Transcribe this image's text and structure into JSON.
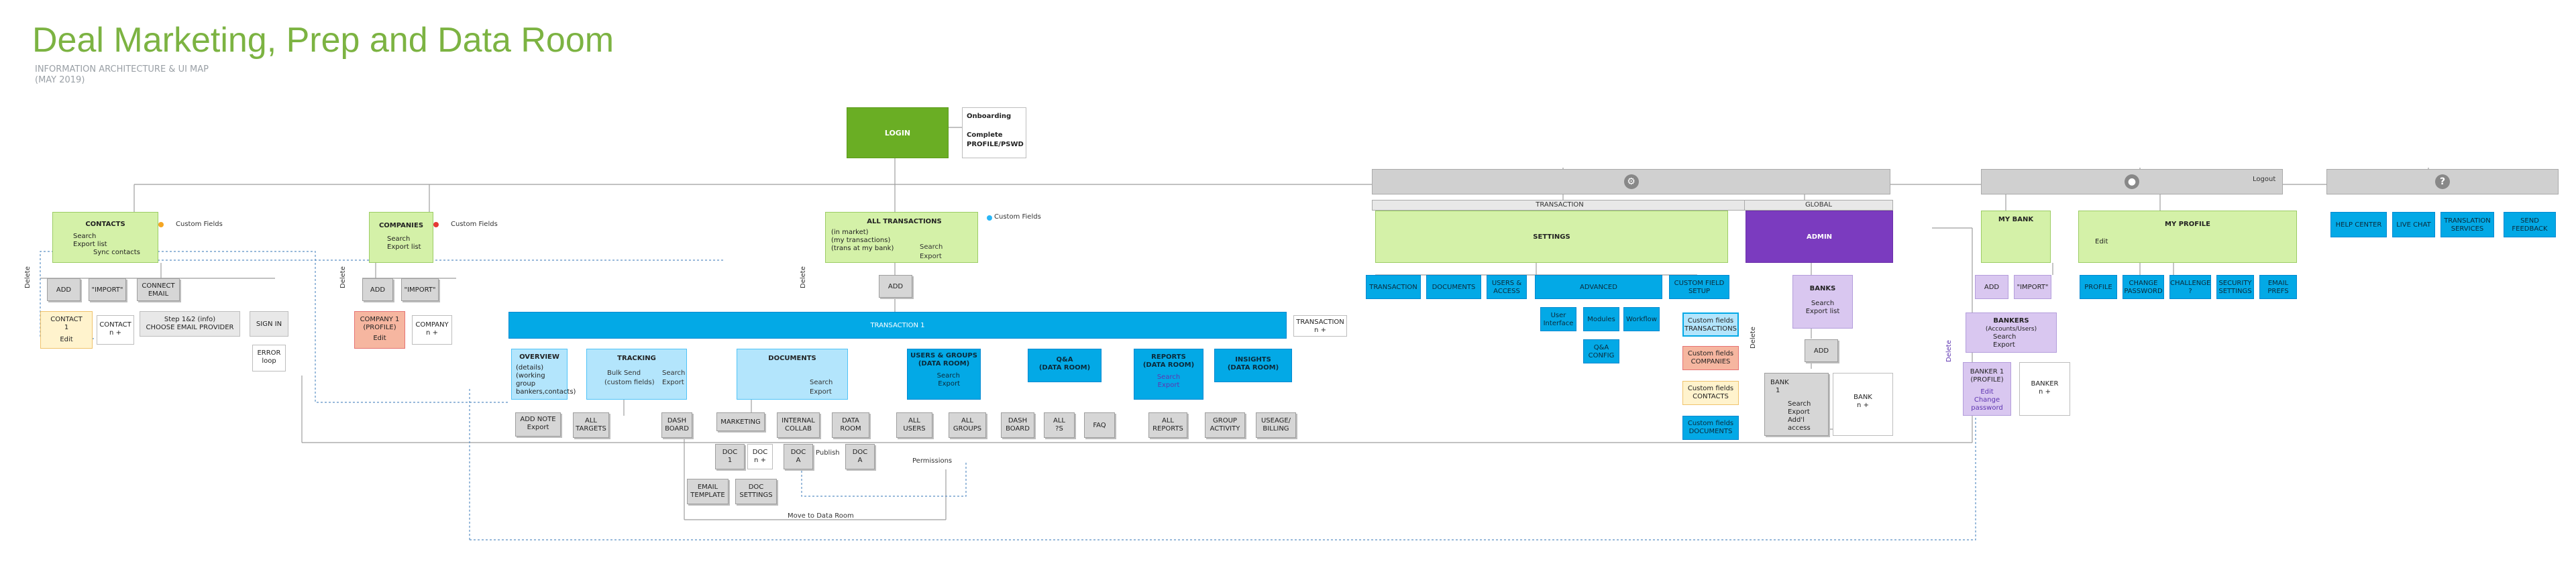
{
  "header": {
    "title": "Deal Marketing, Prep and Data Room",
    "subtitle": "INFORMATION ARCHITECTURE & UI MAP",
    "date": "(MAY 2019)"
  },
  "login": {
    "label": "LOGIN"
  },
  "onboarding": {
    "l1": "Onboarding",
    "l2": "Complete",
    "l3": "PROFILE/PSWD"
  },
  "topbars": {
    "settings_icon": "gear-icon",
    "profile_icon": "user-icon",
    "help_icon": "help-icon",
    "logout": "Logout",
    "transaction_section": "TRANSACTION",
    "global_section": "GLOBAL"
  },
  "contacts": {
    "title": "CONTACTS",
    "items": [
      "Search",
      "Export list",
      "Sync contacts"
    ],
    "custom": "Custom Fields",
    "delete": "Delete",
    "add": "ADD",
    "import": "\"IMPORT\"",
    "connect": [
      "CONNECT",
      "EMAIL"
    ],
    "contact1": [
      "CONTACT",
      "1"
    ],
    "contact1_edit": "Edit",
    "contactn": [
      "CONTACT",
      "n +"
    ],
    "step": [
      "Step 1&2 (info)",
      "CHOOSE EMAIL PROVIDER"
    ],
    "signin": "SIGN IN",
    "error": [
      "ERROR",
      "loop"
    ]
  },
  "companies": {
    "title": "COMPANIES",
    "items": [
      "Search",
      "Export list"
    ],
    "custom": "Custom Fields",
    "delete": "Delete",
    "add": "ADD",
    "import": "\"IMPORT\"",
    "company1": [
      "COMPANY 1",
      "(PROFILE)"
    ],
    "company1_edit": "Edit",
    "companyn": [
      "COMPANY",
      "n +"
    ]
  },
  "transactions": {
    "title": "ALL TRANSACTIONS",
    "lines": [
      "(in market)",
      "(my transactions)",
      "(trans at my bank)"
    ],
    "search": "Search",
    "export": "Export",
    "custom": "Custom Fields",
    "delete": "Delete",
    "add": "ADD",
    "transaction1": "TRANSACTION 1",
    "transactionn": [
      "TRANSACTION",
      "n +"
    ]
  },
  "overview": {
    "title": "OVERVIEW",
    "lines": [
      "(details)",
      "(working group",
      "bankers,contacts)"
    ],
    "addnote": [
      "ADD NOTE",
      "Export"
    ]
  },
  "tracking": {
    "title": "TRACKING",
    "lines": [
      "Bulk Send",
      "(custom fields)"
    ],
    "search": "Search",
    "export": "Export",
    "targets": [
      "ALL",
      "TARGETS"
    ],
    "dashboard": [
      "DASH",
      "BOARD"
    ]
  },
  "documents": {
    "title": "DOCUMENTS",
    "search": "Search",
    "export": "Export",
    "marketing": "MARKETING",
    "internal": [
      "INTERNAL",
      "COLLAB"
    ],
    "dataroom": [
      "DATA",
      "ROOM"
    ],
    "doc1": [
      "DOC",
      "1"
    ],
    "docn": [
      "DOC",
      "n +"
    ],
    "docA1": [
      "DOC",
      "A"
    ],
    "publish": "Publish",
    "docA2": [
      "DOC",
      "A"
    ],
    "email_template": [
      "EMAIL",
      "TEMPLATE"
    ],
    "doc_settings": [
      "DOC",
      "SETTINGS"
    ],
    "permissions": "Permissions",
    "move": "Move to Data Room"
  },
  "users_groups": {
    "title": [
      "USERS & GROUPS",
      "(DATA ROOM)"
    ],
    "search": "Search",
    "export": "Export",
    "allusers": [
      "ALL",
      "USERS"
    ],
    "allgroups": [
      "ALL",
      "GROUPS"
    ]
  },
  "qa": {
    "title": [
      "Q&A",
      "(DATA ROOM)"
    ],
    "dashboard": [
      "DASH",
      "BOARD"
    ],
    "all": [
      "ALL",
      "?S"
    ],
    "faq": "FAQ"
  },
  "reports": {
    "title": [
      "REPORTS",
      "(DATA ROOM)"
    ],
    "links": [
      "Search",
      "Export"
    ],
    "allreports": [
      "ALL",
      "REPORTS"
    ]
  },
  "insights": {
    "title": [
      "INSIGHTS",
      "(DATA ROOM)"
    ],
    "group": [
      "GROUP",
      "ACTIVITY"
    ],
    "usage": [
      "USEAGE/",
      "BILLING"
    ]
  },
  "settings": {
    "title": "SETTINGS",
    "tabs": [
      "TRANSACTION",
      "DOCUMENTS",
      "USERS & ACCESS",
      "ADVANCED",
      "CUSTOM FIELD SETUP"
    ],
    "advanced": [
      "User Interface",
      "Modules",
      "Workflow",
      "Q&A CONFIG"
    ],
    "custom_fields": [
      "Custom fields TRANSACTIONS",
      "Custom fields COMPANIES",
      "Custom fields CONTACTS",
      "Custom fields DOCUMENTS"
    ]
  },
  "admin": {
    "title": "ADMIN",
    "banks": "BANKS",
    "banks_items": [
      "Search",
      "Export list"
    ],
    "delete": "Delete",
    "add": "ADD",
    "bank1": [
      "BANK",
      "1"
    ],
    "bank1_items": [
      "Search",
      "Export",
      "Add'l access"
    ],
    "bankn": [
      "BANK",
      "n +"
    ]
  },
  "mybank": {
    "title": "MY BANK",
    "delete": "Delete",
    "add": "ADD",
    "import": "\"IMPORT\"",
    "bankers": [
      "BANKERS",
      "(Accounts/Users)"
    ],
    "bankers_items": [
      "Search",
      "Export"
    ],
    "banker1": [
      "BANKER 1",
      "(PROFILE)"
    ],
    "banker1_items": [
      "Edit",
      "Change",
      "password"
    ],
    "bankern": [
      "BANKER",
      "n +"
    ]
  },
  "myprofile": {
    "title": "MY PROFILE",
    "edit": "Edit",
    "tabs": [
      "PROFILE",
      "CHANGE PASSWORD",
      "CHALLENGE ?",
      "SECURITY SETTINGS",
      "EMAIL PREFS"
    ]
  },
  "help": {
    "tabs": [
      "HELP CENTER",
      "LIVE CHAT",
      "TRANSLATION SERVICES",
      "SEND FEEDBACK"
    ]
  },
  "colors": {
    "title_green": "#7cb342",
    "light_green": "#d4f1a8",
    "dark_green": "#6aae24",
    "blue": "#03a9e6",
    "light_blue": "#b3e5fc",
    "purple": "#7b3bbf"
  }
}
